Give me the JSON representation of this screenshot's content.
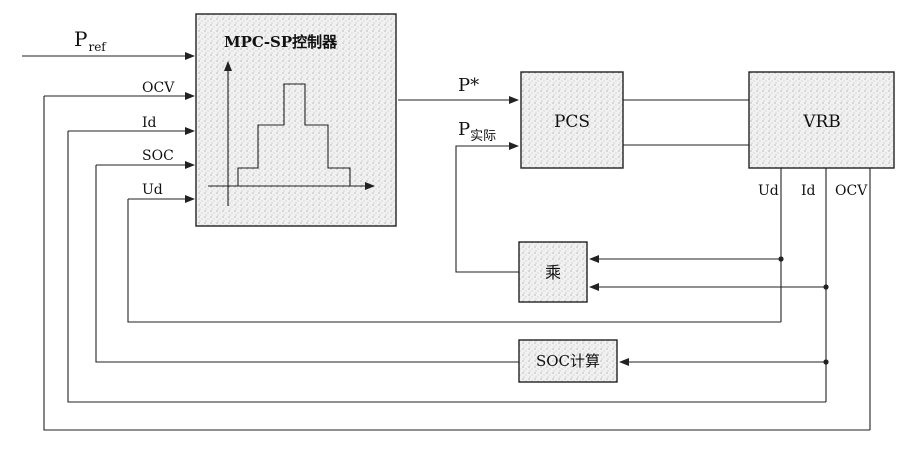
{
  "controller": {
    "title": "MPC-SP控制器"
  },
  "inputs": {
    "pref_main": "P",
    "pref_sub": "ref",
    "ocv": "OCV",
    "id": "Id",
    "soc": "SOC",
    "ud": "Ud"
  },
  "pcs": {
    "label": "PCS",
    "p_star": "P*",
    "p_actual_main": "P",
    "p_actual_sub": "实际"
  },
  "vrb": {
    "label": "VRB",
    "out_ud": "Ud",
    "out_id": "Id",
    "out_ocv": "OCV"
  },
  "multiplier": {
    "label": "乘"
  },
  "soc_calc": {
    "label": "SOC计算"
  },
  "colors": {
    "line": "#222222",
    "box_fill_pattern": "speckled-gray"
  }
}
